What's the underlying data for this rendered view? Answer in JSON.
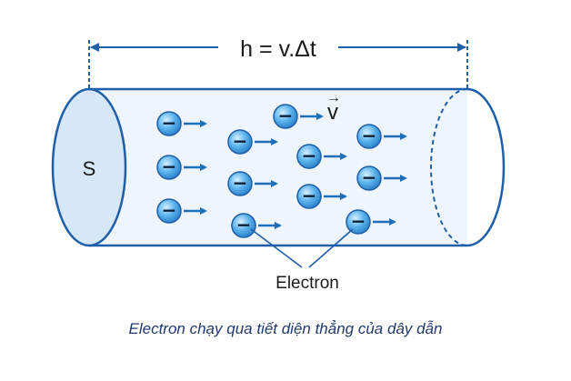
{
  "diagram": {
    "length_label": "h = v.Δt",
    "area_label": "S",
    "velocity_label": "v",
    "vector_arrow": "→",
    "electron_label": "Electron",
    "electron_sign": "−",
    "caption": "Electron chạy qua tiết diện thẳng của dây dẫn"
  },
  "colors": {
    "outline": "#1f5fa8",
    "cylinder_fill": "#eaf3fb",
    "face_fill": "#d3e6f7",
    "electron_fill": "#4aa6e6",
    "electron_highlight": "#bfe2fa",
    "arrow": "#1f6fb8",
    "caption_text": "#1f3a6e"
  }
}
